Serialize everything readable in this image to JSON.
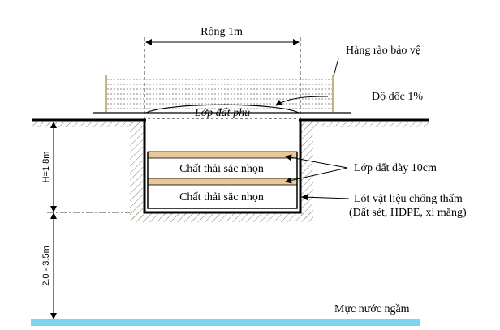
{
  "labels": {
    "width_label": "Rộng 1m",
    "fence": "Hàng rào bảo vệ",
    "slope": "Độ dốc 1%",
    "cover_soil": "Lớp đất phủ",
    "waste_1": "Chất thải sắc nhọn",
    "waste_2": "Chất thải sắc nhọn",
    "soil_layer": "Lớp đất dày 10cm",
    "liner_line1": "Lót vật liệu chống thấm",
    "liner_line2": "(Đất sét, HDPE, xi măng)",
    "depth_h": "H=1.8m",
    "depth_gw": "2.0 - 3.5m",
    "groundwater": "Mực nước ngầm"
  },
  "colors": {
    "soil_layer_fill": "#e8c896",
    "groundwater": "#7ed3ef",
    "line": "#000000",
    "hatch": "#8a7a6a"
  }
}
